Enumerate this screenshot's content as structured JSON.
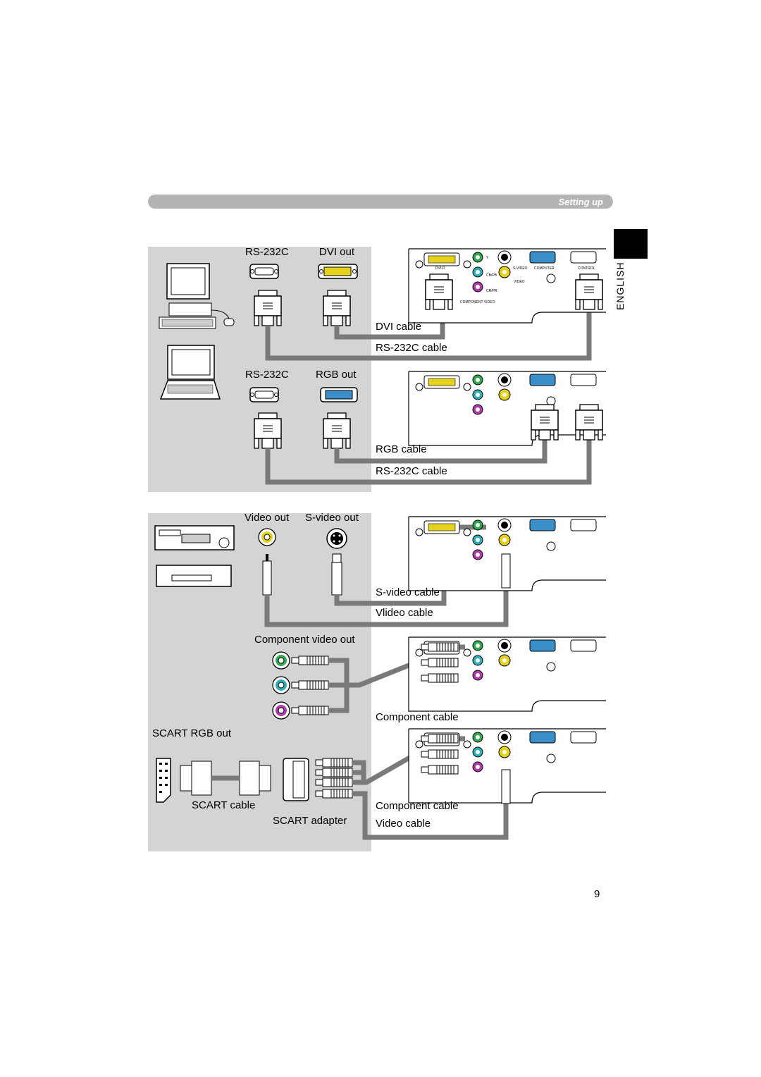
{
  "header": {
    "section_title": "Setting up"
  },
  "sidebar": {
    "language": "ENGLISH"
  },
  "page_number": "9",
  "computer_section": {
    "rs232c_label_1": "RS-232C",
    "dvi_out_label": "DVI out",
    "rs232c_label_2": "RS-232C",
    "rgb_out_label": "RGB out",
    "dvi_cable_label": "DVI cable",
    "rs232c_cable_label_1": "RS-232C cable",
    "rgb_cable_label": "RGB cable",
    "rs232c_cable_label_2": "RS-232C cable"
  },
  "video_section": {
    "video_out_label": "Video out",
    "svideo_out_label": "S-video out",
    "svideo_cable_label": "S-video cable",
    "video_cable_label": "Vlideo cable",
    "component_out_label": "Component video out",
    "component_cable_label_1": "Component cable",
    "scart_rgb_out_label": "SCART RGB out",
    "scart_cable_label": "SCART cable",
    "scart_adapter_label": "SCART adapter",
    "component_cable_label_2": "Component cable",
    "video_cable_label_2": "Video cable"
  },
  "projector_panel": {
    "dvi_d": "DVI-D",
    "y": "Y",
    "cb_pb": "CB/PB",
    "cr_pr": "CR/PR",
    "s_video": "S-VIDEO",
    "video": "VIDEO",
    "computer": "COMPUTER",
    "control": "CONTROL",
    "component_video": "COMPONENT VIDEO"
  },
  "colors": {
    "panel_gray": "#d4d4d4",
    "cable_gray": "#7a7a7a",
    "port_green": "#2fa84f",
    "port_cyan": "#2fb0b8",
    "port_magenta": "#b03aa8",
    "port_yellow": "#e6d21a",
    "port_blue": "#3a8fc8"
  }
}
